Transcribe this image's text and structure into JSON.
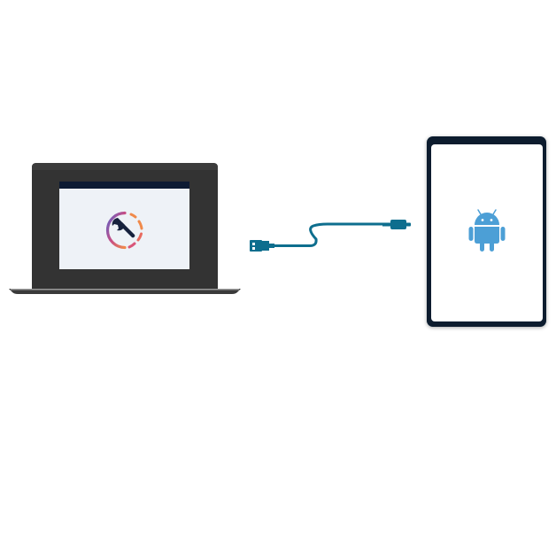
{
  "diagram": {
    "laptop": {
      "app_icon": "repair-tool-icon"
    },
    "cable": {
      "type": "usb-cable",
      "left_connector": "usb-a-connector",
      "right_connector": "usb-c-connector"
    },
    "tablet": {
      "os_icon": "android-robot-icon"
    }
  },
  "colors": {
    "laptop_frame": "#333333",
    "laptop_base": "#3a3a3a",
    "screen_bg": "#eef2f7",
    "screen_titlebar": "#0d1b33",
    "wrench": "#16213d",
    "cable": "#0e6e8e",
    "tablet_frame": "#071a2e",
    "android": "#4c9fd6"
  }
}
